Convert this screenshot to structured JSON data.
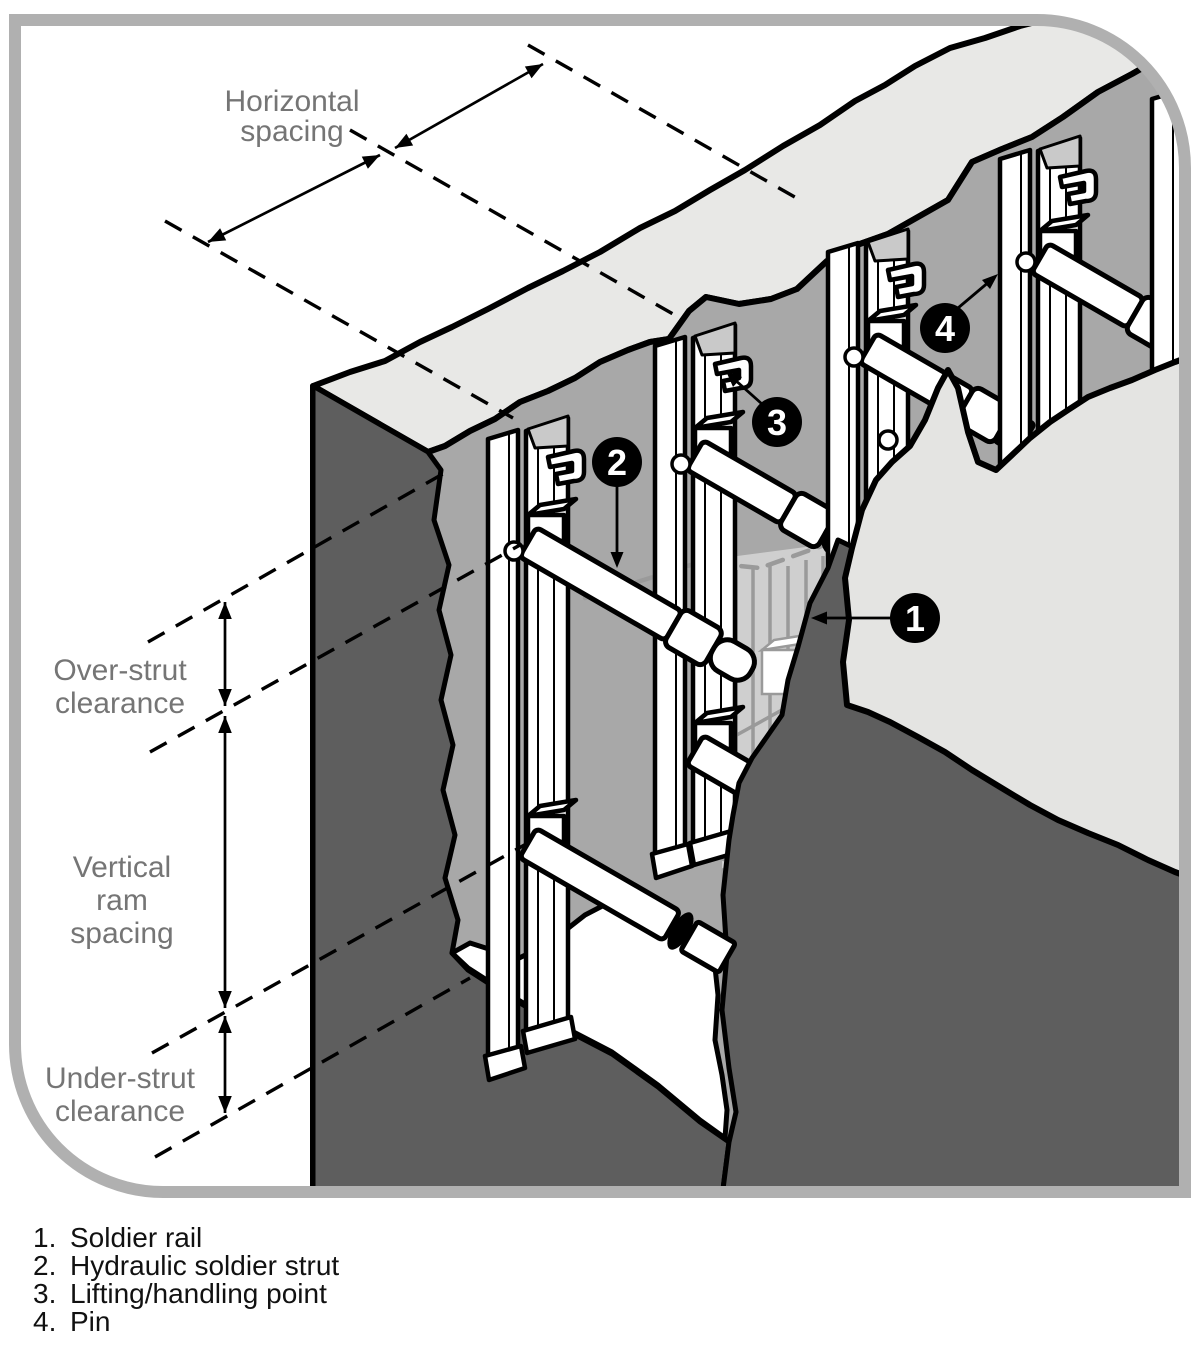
{
  "figure": {
    "type": "technical-illustration",
    "subject": "Hydraulic soldier shoring system installed in a trench (isometric cutaway view)"
  },
  "labels": {
    "horizontal_spacing": [
      "Horizontal",
      "spacing"
    ],
    "over_strut": [
      "Over-strut",
      "clearance"
    ],
    "vertical_ram": [
      "Vertical",
      "ram",
      "spacing"
    ],
    "under_strut": [
      "Under-strut",
      "clearance"
    ]
  },
  "callouts": [
    {
      "number": "1",
      "refers_to": "Soldier rail"
    },
    {
      "number": "2",
      "refers_to": "Hydraulic soldier strut"
    },
    {
      "number": "3",
      "refers_to": "Lifting/handling point"
    },
    {
      "number": "4",
      "refers_to": "Pin"
    }
  ],
  "legend": {
    "items": [
      {
        "number": "1.",
        "label": "Soldier rail"
      },
      {
        "number": "2.",
        "label": "Hydraulic soldier strut"
      },
      {
        "number": "3.",
        "label": "Lifting/handling point"
      },
      {
        "number": "4.",
        "label": "Pin"
      }
    ]
  },
  "colors": {
    "frame_border": "#b0b0b0",
    "ground_surface": "#e8e8e6",
    "ground_surface_near": "#e4e4e2",
    "trench_wall": "#a8a8a8",
    "near_soil": "#5e5e5e",
    "structure": "#ffffff",
    "outline": "#000000",
    "label_gray": "#757575",
    "callout_bg": "#000000",
    "callout_text": "#ffffff",
    "legend_text": "#111111",
    "ghost_gray": "#9a9a9a"
  }
}
